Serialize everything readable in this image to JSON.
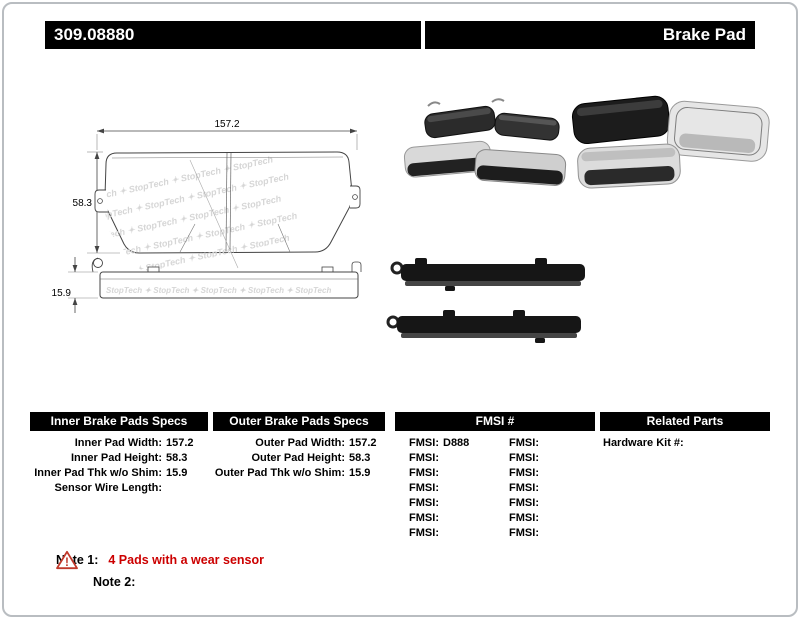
{
  "header": {
    "part_number": "309.08880",
    "product_name": "Brake Pad"
  },
  "colors": {
    "bar_bg": "#000000",
    "note_red": "#cc0000"
  },
  "diagram": {
    "width_label": "157.2",
    "height_label": "58.3",
    "thickness_label": "15.9",
    "watermark_row": "StopTech ✦ StopTech ✦ StopTech ✦ StopTech",
    "watermark_row_small": "StopTech ✦ StopTech ✦ StopTech ✦ StopTech ✦ StopTech"
  },
  "tables": {
    "inner": {
      "title": "Inner Brake Pads Specs",
      "rows": [
        {
          "label": "Inner Pad Width:",
          "value": "157.2"
        },
        {
          "label": "Inner Pad Height:",
          "value": "58.3"
        },
        {
          "label": "Inner Pad Thk w/o Shim:",
          "value": "15.9"
        },
        {
          "label": "Sensor Wire Length:",
          "value": ""
        }
      ]
    },
    "outer": {
      "title": "Outer Brake Pads Specs",
      "rows": [
        {
          "label": "Outer Pad Width:",
          "value": "157.2"
        },
        {
          "label": "Outer Pad Height:",
          "value": "58.3"
        },
        {
          "label": "Outer Pad Thk w/o Shim:",
          "value": "15.9"
        }
      ]
    },
    "fmsi": {
      "title": "FMSI #",
      "rows": [
        {
          "left_label": "FMSI:",
          "left_value": "D888",
          "right_label": "FMSI:",
          "right_value": ""
        },
        {
          "left_label": "FMSI:",
          "left_value": "",
          "right_label": "FMSI:",
          "right_value": ""
        },
        {
          "left_label": "FMSI:",
          "left_value": "",
          "right_label": "FMSI:",
          "right_value": ""
        },
        {
          "left_label": "FMSI:",
          "left_value": "",
          "right_label": "FMSI:",
          "right_value": ""
        },
        {
          "left_label": "FMSI:",
          "left_value": "",
          "right_label": "FMSI:",
          "right_value": ""
        },
        {
          "left_label": "FMSI:",
          "left_value": "",
          "right_label": "FMSI:",
          "right_value": ""
        },
        {
          "left_label": "FMSI:",
          "left_value": "",
          "right_label": "FMSI:",
          "right_value": ""
        }
      ]
    },
    "related": {
      "title": "Related Parts",
      "rows": [
        {
          "label": "Hardware Kit #:",
          "value": ""
        }
      ]
    }
  },
  "notes": {
    "note1_label": "Note 1:",
    "note1_text": "4 Pads with a wear sensor",
    "note2_label": "Note 2:",
    "note2_text": ""
  }
}
